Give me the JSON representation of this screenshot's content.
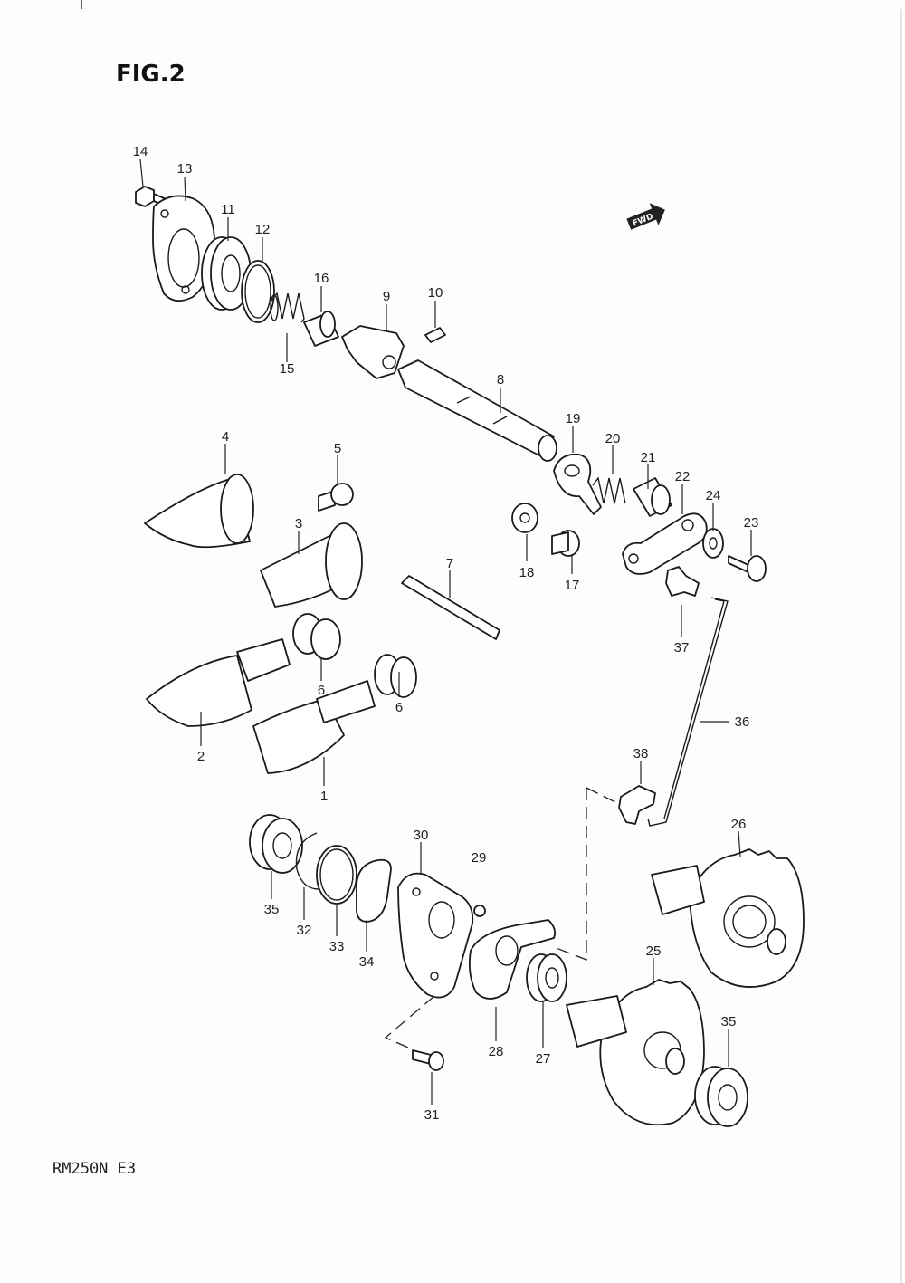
{
  "figure_title": "FIG.2",
  "model_code": "RM250N E3",
  "fwd_badge": "FWD",
  "callouts": [
    {
      "id": "p14",
      "text": "14"
    },
    {
      "id": "p13",
      "text": "13"
    },
    {
      "id": "p11",
      "text": "11"
    },
    {
      "id": "p12",
      "text": "12"
    },
    {
      "id": "p16",
      "text": "16"
    },
    {
      "id": "p9",
      "text": "9"
    },
    {
      "id": "p10",
      "text": "10"
    },
    {
      "id": "p15",
      "text": "15"
    },
    {
      "id": "p8",
      "text": "8"
    },
    {
      "id": "p19",
      "text": "19"
    },
    {
      "id": "p20",
      "text": "20"
    },
    {
      "id": "p21",
      "text": "21"
    },
    {
      "id": "p22",
      "text": "22"
    },
    {
      "id": "p24",
      "text": "24"
    },
    {
      "id": "p23",
      "text": "23"
    },
    {
      "id": "p4",
      "text": "4"
    },
    {
      "id": "p5",
      "text": "5"
    },
    {
      "id": "p3",
      "text": "3"
    },
    {
      "id": "p7",
      "text": "7"
    },
    {
      "id": "p18",
      "text": "18"
    },
    {
      "id": "p17",
      "text": "17"
    },
    {
      "id": "p37",
      "text": "37"
    },
    {
      "id": "p6a",
      "text": "6"
    },
    {
      "id": "p6b",
      "text": "6"
    },
    {
      "id": "p36",
      "text": "36"
    },
    {
      "id": "p2",
      "text": "2"
    },
    {
      "id": "p1",
      "text": "1"
    },
    {
      "id": "p38",
      "text": "38"
    },
    {
      "id": "p26",
      "text": "26"
    },
    {
      "id": "p30",
      "text": "30"
    },
    {
      "id": "p29",
      "text": "29"
    },
    {
      "id": "p35a",
      "text": "35"
    },
    {
      "id": "p32",
      "text": "32"
    },
    {
      "id": "p33",
      "text": "33"
    },
    {
      "id": "p34",
      "text": "34"
    },
    {
      "id": "p25",
      "text": "25"
    },
    {
      "id": "p28",
      "text": "28"
    },
    {
      "id": "p27",
      "text": "27"
    },
    {
      "id": "p35b",
      "text": "35"
    },
    {
      "id": "p31",
      "text": "31"
    }
  ]
}
